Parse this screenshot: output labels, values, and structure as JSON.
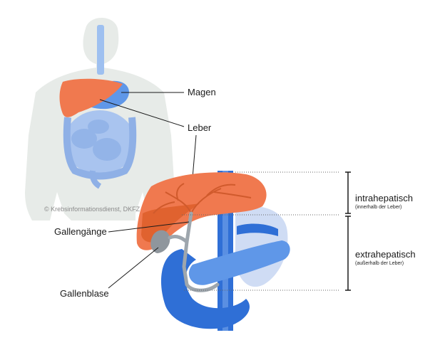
{
  "labels": {
    "magen": "Magen",
    "leber": "Leber",
    "gallengaenge": "Gallengänge",
    "gallenblase": "Gallenblase"
  },
  "regions": {
    "intra": {
      "title": "intrahepatisch",
      "subtitle": "(innerhalb der Leber)"
    },
    "extra": {
      "title": "extrahepatisch",
      "subtitle": "(außerhalb der Leber)"
    }
  },
  "copyright": "© Krebsinformationsdienst, DKFZ",
  "colors": {
    "liver": "#f0794f",
    "liver_dark": "#e0622f",
    "body_silhouette": "#e7ebe8",
    "intestine": "#a9c4ef",
    "duct_blue": "#2f6fd6",
    "duct_light": "#cfdcf4",
    "bile_gray": "#9ea6ad",
    "stomach_blue": "#5f97e8"
  }
}
